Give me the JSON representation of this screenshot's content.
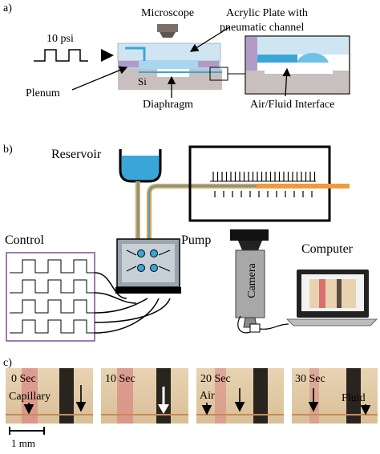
{
  "panel_a": {
    "label": "a)",
    "pressure": "10 psi",
    "microscope": "Microscope",
    "plate_line1": "Acrylic Plate with",
    "plate_line2": "pneumatic channel",
    "si": "Si",
    "plenum": "Plenum",
    "diaphragm": "Diaphragm",
    "interface": "Air/Fluid Interface"
  },
  "panel_b": {
    "label": "b)",
    "reservoir": "Reservoir",
    "control": "Control",
    "pump": "Pump",
    "computer": "Computer",
    "camera": "Camera"
  },
  "panel_c": {
    "label": "c)",
    "frames": [
      {
        "time": "0 Sec",
        "annotation": "Capillary"
      },
      {
        "time": "10 Sec",
        "annotation": ""
      },
      {
        "time": "20 Sec",
        "annotation": "Air"
      },
      {
        "time": "30 Sec",
        "annotation": "Fluid"
      }
    ],
    "scale": "1 mm"
  },
  "colors": {
    "plate": "#cfe6f2",
    "fluid": "#3aa6d8",
    "silicon": "#c9bfbf",
    "purple": "#b39bc8",
    "orange": "#f29a3a",
    "control_box": "#7a4f9e"
  }
}
